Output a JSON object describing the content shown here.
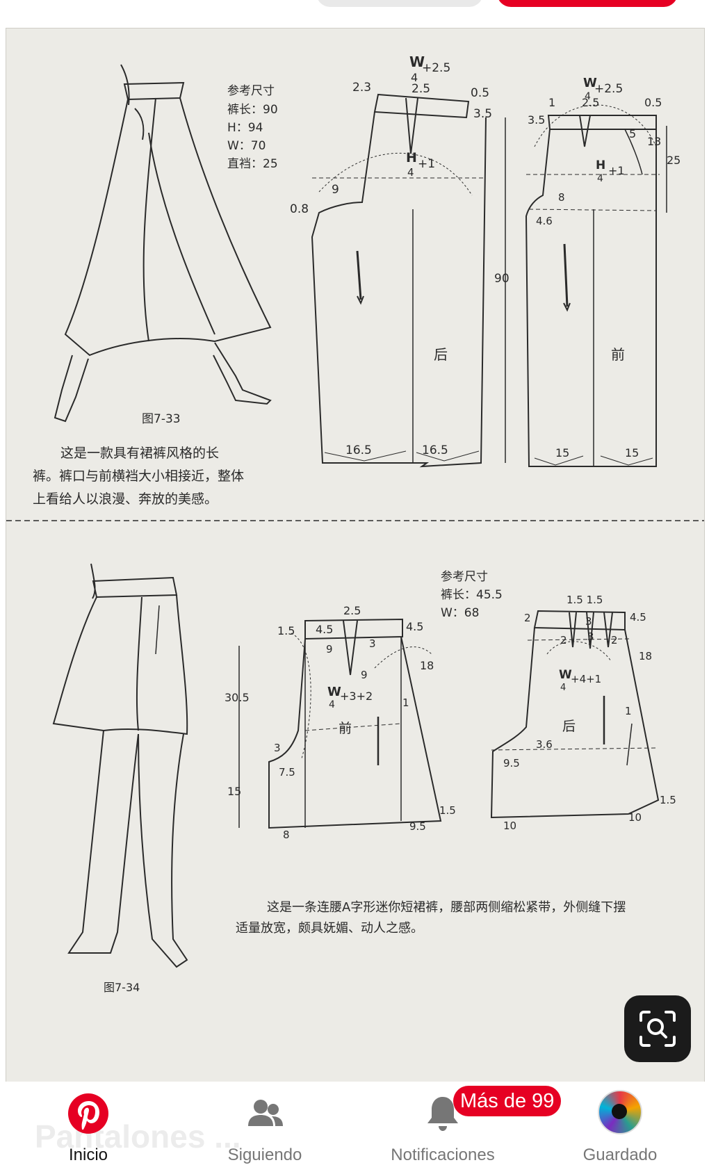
{
  "pin": {
    "top": {
      "ref_title": "参考尺寸",
      "ref_lines": [
        "裤长：90",
        "H：94",
        "W：70",
        "直裆：25"
      ],
      "figure": "图7-33",
      "caption_lines": [
        "这是一款具有裙裤风格的长",
        "裤。裤口与前横裆大小相接近，整体",
        "上看给人以浪漫、奔放的美感。"
      ],
      "back_label": "后",
      "front_label": "前",
      "dims": {
        "w4a": "W",
        "w4b": "4",
        "plus25a": "+2.5",
        "d23": "2.3",
        "d25": "2.5",
        "d05": "0.5",
        "d35": "3.5",
        "h4a": "H",
        "h4b": "4",
        "plus1": "+1",
        "d9": "9",
        "d08": "0.8",
        "d90": "90",
        "d165a": "16.5",
        "d165b": "16.5",
        "d1": "1",
        "d35b": "3.5",
        "d25b": "2.5",
        "d05b": "0.5",
        "plus25b": "+2.5",
        "w4c": "W",
        "w4d": "4",
        "d5": "5",
        "d13": "13",
        "d25c": "25",
        "h4c": "H",
        "h4d": "4",
        "plus1b": "+1",
        "d8": "8",
        "d46": "4.6",
        "d15a": "15",
        "d15b": "15"
      }
    },
    "bottom": {
      "ref_title": "参考尺寸",
      "ref_lines": [
        "裤长：45.5",
        "W：68"
      ],
      "figure": "图7-34",
      "caption_lines": [
        "这是一条连腰A字形迷你短裙裤，腰部两侧缩松紧带，外侧缝下摆",
        "适量放宽，颇具妩媚、动人之感。"
      ],
      "front_label": "前",
      "back_label": "后",
      "dims": {
        "d25": "2.5",
        "d15": "1.5",
        "d45": "4.5",
        "d45b": "4.5",
        "d9a": "9",
        "d3": "3",
        "d9b": "9",
        "d18": "18",
        "d305": "30.5",
        "w4a": "W",
        "w4b": "4",
        "plus32": "+3+2",
        "d1": "1",
        "d3b": "3",
        "d75": "7.5",
        "d15b": "15",
        "d8": "8",
        "d95": "9.5",
        "d15c": "1.5",
        "d1515": "1.5 1.5",
        "d2": "2",
        "d3c": "3",
        "d45c": "4.5",
        "d2b": "2",
        "d3d": "3",
        "d2c": "2",
        "d18b": "18",
        "w4c": "W",
        "w4d": "4",
        "plus41": "+4+1",
        "d1b": "1",
        "d36": "3.6",
        "d95b": "9.5",
        "d10a": "10",
        "d10b": "10",
        "d15d": "1.5"
      }
    }
  },
  "nav": {
    "ghost_title": "Pantalones ...",
    "items": [
      {
        "label": "Inicio"
      },
      {
        "label": "Siguiendo"
      },
      {
        "label": "Notificaciones"
      },
      {
        "label": "Guardado"
      }
    ],
    "badge": "Más de 99"
  },
  "icons": {
    "home": "pinterest-logo-icon",
    "following": "people-icon",
    "notifications": "bell-icon",
    "saved": "avatar",
    "lens": "visual-search-icon"
  },
  "colors": {
    "brand": "#e60023",
    "paper": "#ecebe6",
    "ink": "#2a2a2a"
  }
}
